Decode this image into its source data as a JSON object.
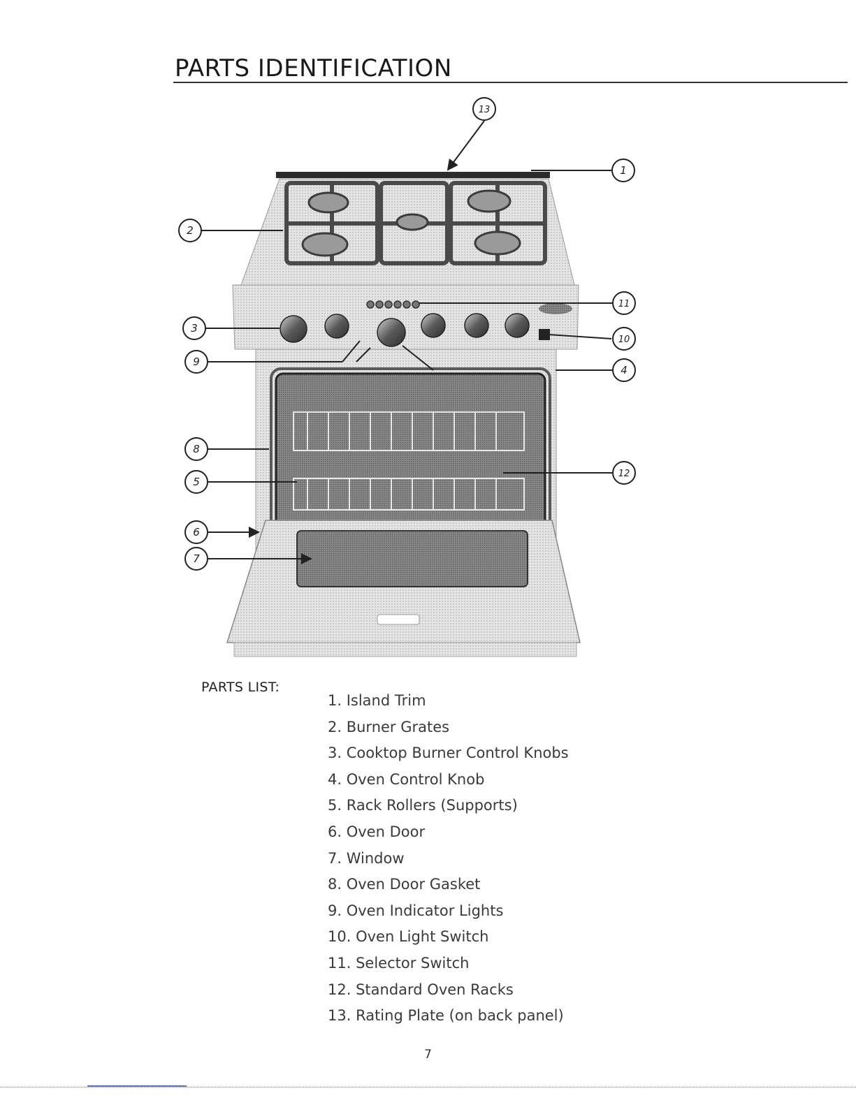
{
  "page": {
    "title": "PARTS IDENTIFICATION",
    "page_number": "7"
  },
  "figure": {
    "callouts": [
      "1",
      "2",
      "3",
      "4",
      "5",
      "6",
      "7",
      "8",
      "9",
      "10",
      "11",
      "12",
      "13"
    ]
  },
  "parts_list": {
    "heading": "PARTS LIST:",
    "items": [
      "1. Island Trim",
      "2. Burner Grates",
      "3. Cooktop Burner Control Knobs",
      "4. Oven Control Knob",
      "5. Rack Rollers (Supports)",
      "6. Oven Door",
      "7. Window",
      "8. Oven Door Gasket",
      "9. Oven Indicator Lights",
      "10. Oven Light Switch",
      "11. Selector Switch",
      "12. Standard Oven Racks",
      "13. Rating Plate (on back panel)"
    ]
  }
}
